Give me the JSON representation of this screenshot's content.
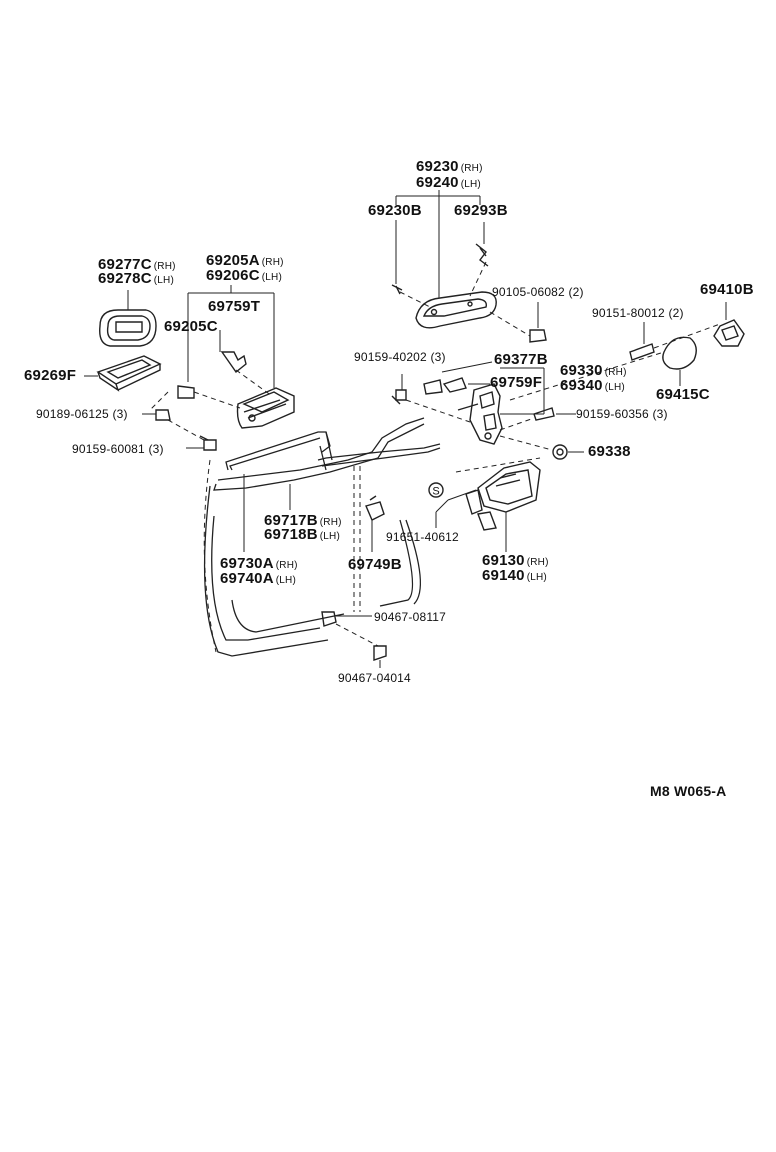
{
  "diagram_code": "M8 W065-A",
  "labels": {
    "p69230": {
      "code": "69230",
      "tag": "(RH)"
    },
    "p69240": {
      "code": "69240",
      "tag": "(LH)"
    },
    "p69230B": {
      "code": "69230B"
    },
    "p69293B": {
      "code": "69293B"
    },
    "p69277C": {
      "code": "69277C",
      "tag": "(RH)"
    },
    "p69278C": {
      "code": "69278C",
      "tag": "(LH)"
    },
    "p69205A": {
      "code": "69205A",
      "tag": "(RH)"
    },
    "p69206C": {
      "code": "69206C",
      "tag": "(LH)"
    },
    "p69759T": {
      "code": "69759T"
    },
    "p69205C": {
      "code": "69205C"
    },
    "p69269F": {
      "code": "69269F"
    },
    "p90189": {
      "code": "90189-06125 (3)"
    },
    "p90159_60081": {
      "code": "90159-60081 (3)"
    },
    "p90105": {
      "code": "90105-06082 (2)"
    },
    "p69410B": {
      "code": "69410B"
    },
    "p90151": {
      "code": "90151-80012 (2)"
    },
    "p90159_40202": {
      "code": "90159-40202 (3)"
    },
    "p69377B": {
      "code": "69377B"
    },
    "p69330": {
      "code": "69330",
      "tag": "(RH)"
    },
    "p69340": {
      "code": "69340",
      "tag": "(LH)"
    },
    "p69759F": {
      "code": "69759F"
    },
    "p69415C": {
      "code": "69415C"
    },
    "p90159_60356": {
      "code": "90159-60356 (3)"
    },
    "p69338": {
      "code": "69338"
    },
    "p69717B": {
      "code": "69717B",
      "tag": "(RH)"
    },
    "p69718B": {
      "code": "69718B",
      "tag": "(LH)"
    },
    "p91651": {
      "code": "91651-40612"
    },
    "p69130": {
      "code": "69130",
      "tag": "(RH)"
    },
    "p69140": {
      "code": "69140",
      "tag": "(LH)"
    },
    "p69730A": {
      "code": "69730A",
      "tag": "(RH)"
    },
    "p69740A": {
      "code": "69740A",
      "tag": "(LH)"
    },
    "p69749B": {
      "code": "69749B"
    },
    "p90467_08117": {
      "code": "90467-08117"
    },
    "p90467_04014": {
      "code": "90467-04014"
    }
  },
  "symbols": {
    "s_marker": "S"
  }
}
